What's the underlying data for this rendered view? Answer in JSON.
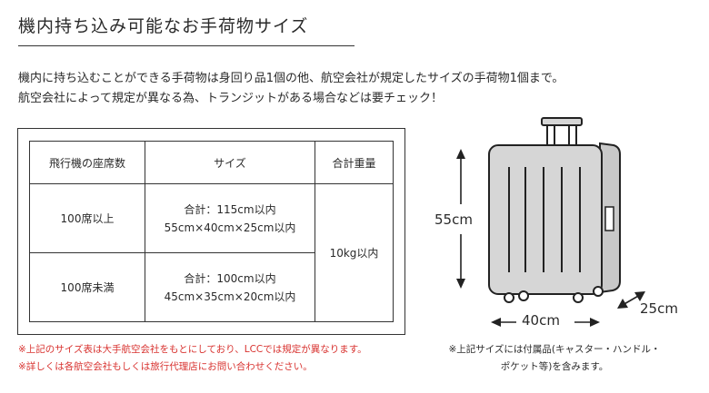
{
  "page": {
    "title": "機内持ち込み可能なお手荷物サイズ",
    "intro": [
      "機内に持ち込むことができる手荷物は身回り品1個の他、航空会社が規定したサイズの手荷物1個まで。",
      "航空会社によって規定が異なる為、トランジットがある場合などは要チェック！"
    ]
  },
  "table": {
    "headers": [
      "飛行機の座席数",
      "サイズ",
      "合計重量"
    ],
    "rows": [
      {
        "seats": "100席以上",
        "size_total": "合計：115cm以内",
        "size_dims": "55cm×40cm×25cm以内"
      },
      {
        "seats": "100席未満",
        "size_total": "合計：100cm以内",
        "size_dims": "45cm×35cm×20cm以内"
      }
    ],
    "weight": "10kg以内"
  },
  "notes": [
    "※上記のサイズ表は大手航空会社をもとにしており、LCCでは規定が異なります。",
    "※詳しくは各航空会社もしくは旅行代理店にお問い合わせください。"
  ],
  "luggage": {
    "height_label": "55cm",
    "width_label": "40cm",
    "depth_label": "25cm",
    "note": "※上記サイズには付属品(キャスター・ハンドル・ポケット等)を含みます。"
  },
  "colors": {
    "text": "#2a2a2a",
    "note_red": "#d8322f",
    "suitcase_body": "#d6d6d6",
    "suitcase_stroke": "#222222"
  }
}
